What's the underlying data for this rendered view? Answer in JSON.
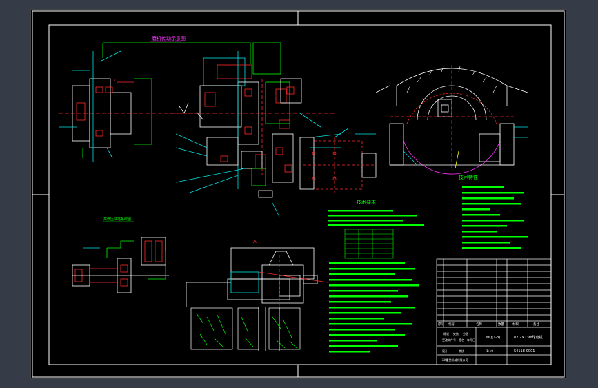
{
  "drawing": {
    "top_caption": "磨机传动示意图",
    "left_caption": "高低压油站系统图",
    "section_label": "A",
    "tech_title_right": "技术特性",
    "tech_title_center": "技术要求",
    "title_block": {
      "header_cells": [
        "标记",
        "处数",
        "分区",
        "更改文件号",
        "签名",
        "年月日"
      ],
      "bottom_row": [
        "序号",
        "代号",
        "名称",
        "数量",
        "材料",
        "备注"
      ],
      "drawing_name": "φ2.2×13m球磨机",
      "drawing_number": "MQ(1-3)",
      "scale": "1:10",
      "code": "S4118-0001",
      "company": "XX重型机械有限公司",
      "design": "设计",
      "approve": "审核"
    }
  },
  "colors": {
    "background": "#000000",
    "frame": "#ffffff",
    "green": "#00ff00",
    "cyan": "#00e5e5",
    "red": "#ff2a2a",
    "magenta": "#ff33ff",
    "yellow": "#ffff00",
    "workspace": "#353c48"
  }
}
